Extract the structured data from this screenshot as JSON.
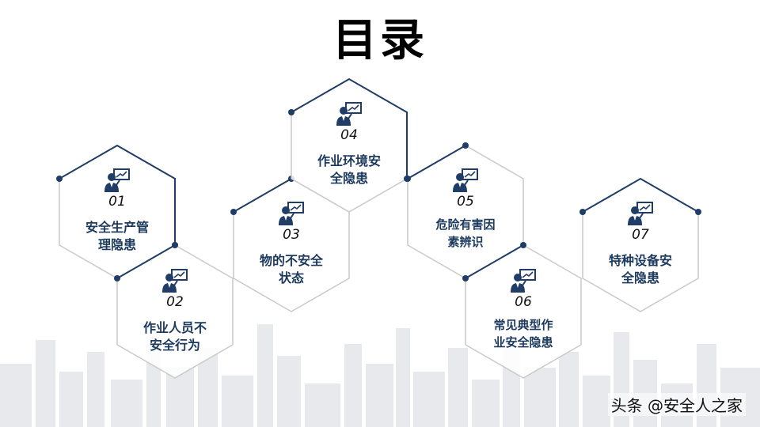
{
  "title": "目录",
  "items": [
    {
      "num": "01",
      "line1": "安全生产管",
      "line2": "理隐患"
    },
    {
      "num": "02",
      "line1": "作业人员不",
      "line2": "安全行为"
    },
    {
      "num": "03",
      "line1": "物的不安全",
      "line2": "状态"
    },
    {
      "num": "04",
      "line1": "作业环境安",
      "line2": "全隐患"
    },
    {
      "num": "05",
      "line1": "危险有害因",
      "line2": "素辨识"
    },
    {
      "num": "06",
      "line1": "常见典型作",
      "line2": "业安全隐患"
    },
    {
      "num": "07",
      "line1": "特种设备安",
      "line2": "全隐患"
    }
  ],
  "icon_name": "presenter-icon",
  "watermark": "头条 @安全人之家",
  "colors": {
    "accent": "#1c3a5e",
    "hex_dark": "#1f3d66",
    "hex_light": "#c9c9c9",
    "skyline": "#e6e8ec"
  }
}
